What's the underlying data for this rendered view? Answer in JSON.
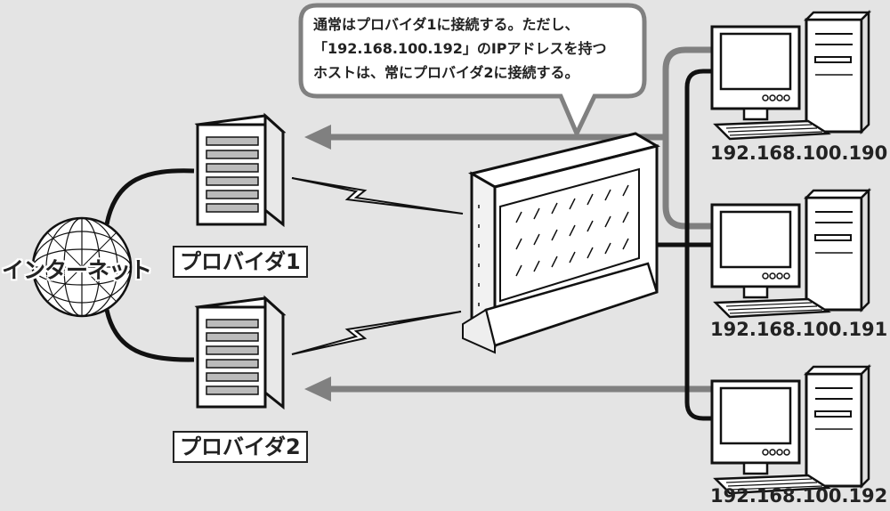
{
  "callout": {
    "line1": "通常はプロバイダ1に接続する。ただし、",
    "line2": "「192.168.100.192」のIPアドレスを持つ",
    "line3": "ホストは、常にプロバイダ2に接続する。"
  },
  "internet_label": "インターネット",
  "providers": [
    {
      "label": "プロバイダ1"
    },
    {
      "label": "プロバイダ2"
    }
  ],
  "hosts": [
    {
      "ip": "192.168.100.190"
    },
    {
      "ip": "192.168.100.191"
    },
    {
      "ip": "192.168.100.192"
    }
  ],
  "colors": {
    "background": "#e4e4e4",
    "route_arrow": "#808080",
    "cable": "#111111"
  }
}
